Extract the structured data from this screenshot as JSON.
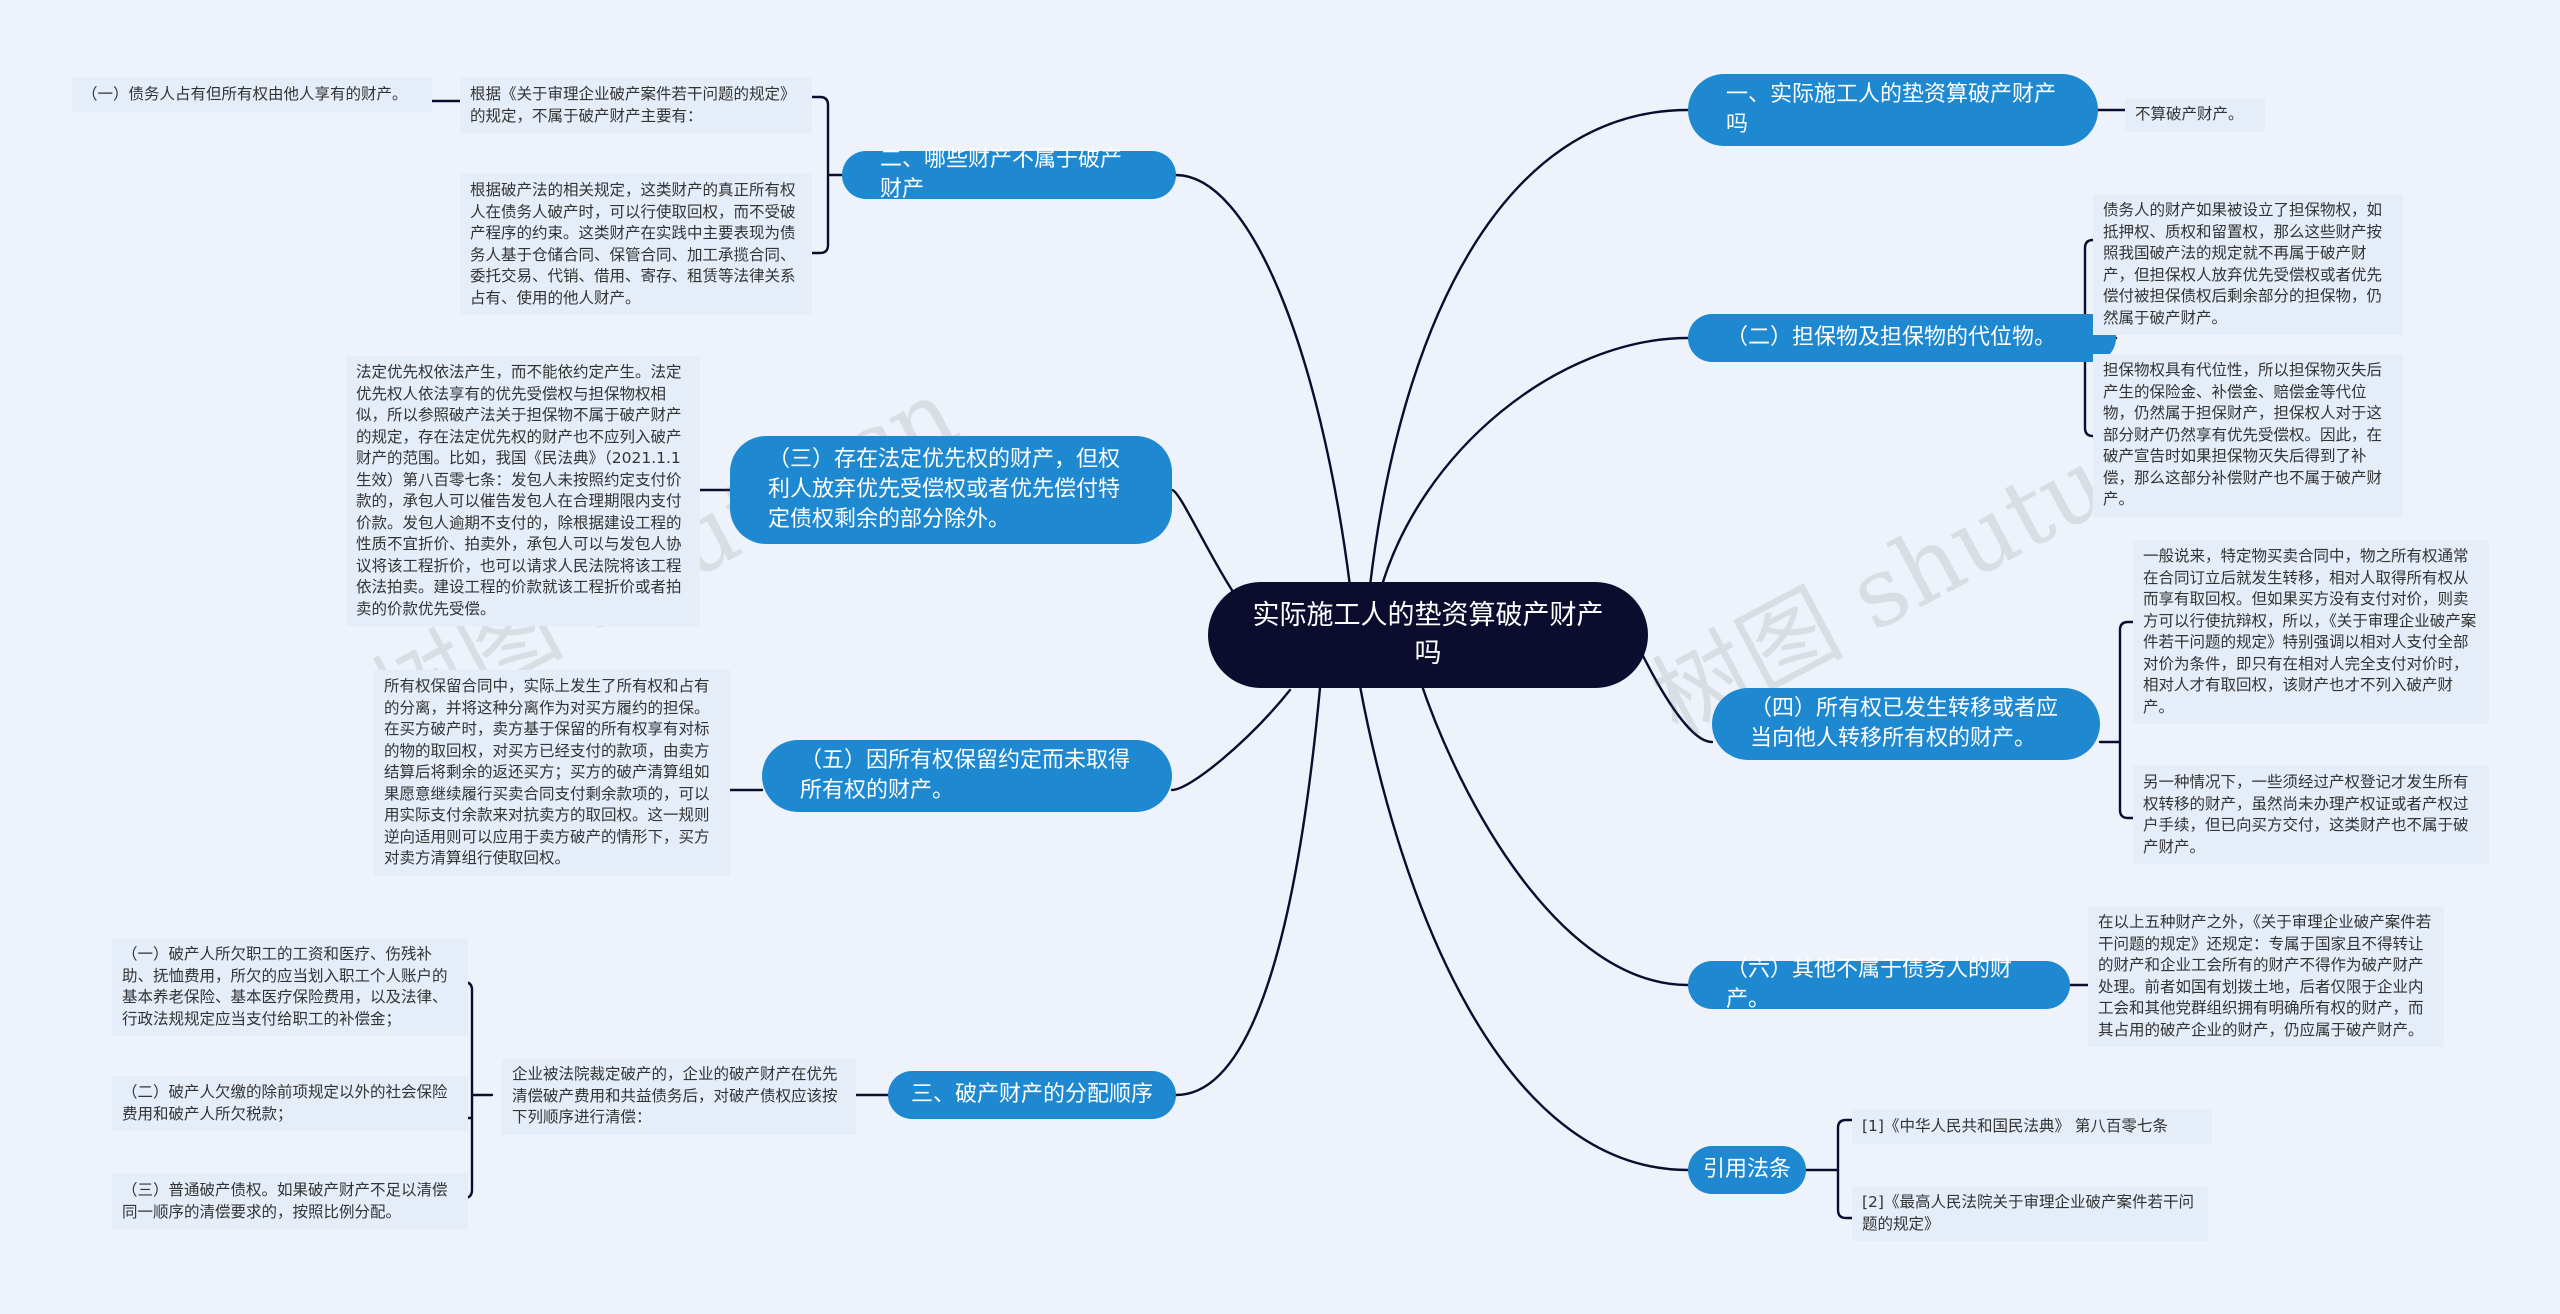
{
  "root": {
    "title": "实际施工人的垫资算破产财产吗"
  },
  "branches": {
    "r1": {
      "label": "一、实际施工人的垫资算破产财产吗"
    },
    "r2": {
      "label": "（二）担保物及担保物的代位物。"
    },
    "r3": {
      "label": "（四）所有权已发生转移或者应当向他人转移所有权的财产。"
    },
    "r4": {
      "label": "（六）其他不属于债务人的财产。"
    },
    "r5": {
      "label": "引用法条"
    },
    "l1": {
      "label": "二、哪些财产不属于破产财产"
    },
    "l2": {
      "label": "（三）存在法定优先权的财产，但权利人放弃优先受偿权或者优先偿付特定债权剩余的部分除外。"
    },
    "l3": {
      "label": "（五）因所有权保留约定而未取得所有权的财产。"
    },
    "l4": {
      "label": "三、破产财产的分配顺序"
    }
  },
  "leaves": {
    "r1a": "不算破产财产。",
    "r2a": "债务人的财产如果被设立了担保物权，如抵押权、质权和留置权，那么这些财产按照我国破产法的规定就不再属于破产财产，但担保权人放弃优先受偿权或者优先偿付被担保债权后剩余部分的担保物，仍然属于破产财产。",
    "r2b": "担保物权具有代位性，所以担保物灭失后产生的保险金、补偿金、赔偿金等代位物，仍然属于担保财产，担保权人对于这部分财产仍然享有优先受偿权。因此，在破产宣告时如果担保物灭失后得到了补偿，那么这部分补偿财产也不属于破产财产。",
    "r3a": "一般说来，特定物买卖合同中，物之所有权通常在合同订立后就发生转移，相对人取得所有权从而享有取回权。但如果买方没有支付对价，则卖方可以行使抗辩权，所以，《关于审理企业破产案件若干问题的规定》特别强调以相对人支付全部对价为条件，即只有在相对人完全支付对价时，相对人才有取回权，该财产也才不列入破产财产。",
    "r3b": "另一种情况下，一些须经过产权登记才发生所有权转移的财产，虽然尚未办理产权证或者产权过户手续，但已向买方交付，这类财产也不属于破产财产。",
    "r4a": "在以上五种财产之外，《关于审理企业破产案件若干问题的规定》还规定：专属于国家且不得转让的财产和企业工会所有的财产不得作为破产财产处理。前者如国有划拨土地，后者仅限于企业内工会和其他党群组织拥有明确所有权的财产，而其占用的破产企业的财产，仍应属于破产财产。",
    "r5a": "[1]《中华人民共和国民法典》 第八百零七条",
    "r5b": "[2]《最高人民法院关于审理企业破产案件若干问题的规定》",
    "l1a": "根据《关于审理企业破产案件若干问题的规定》的规定，不属于破产财产主要有：",
    "l1a1": "（一）债务人占有但所有权由他人享有的财产。",
    "l1b": "根据破产法的相关规定，这类财产的真正所有权人在债务人破产时，可以行使取回权，而不受破产程序的约束。这类财产在实践中主要表现为债务人基于仓储合同、保管合同、加工承揽合同、委托交易、代销、借用、寄存、租赁等法律关系占有、使用的他人财产。",
    "l2a": "法定优先权依法产生，而不能依约定产生。法定优先权人依法享有的优先受偿权与担保物权相似，所以参照破产法关于担保物不属于破产财产的规定，存在法定优先权的财产也不应列入破产财产的范围。比如，我国《民法典》（2021.1.1生效）第八百零七条：发包人未按照约定支付价款的，承包人可以催告发包人在合理期限内支付价款。发包人逾期不支付的，除根据建设工程的性质不宜折价、拍卖外，承包人可以与发包人协议将该工程折价，也可以请求人民法院将该工程依法拍卖。建设工程的价款就该工程折价或者拍卖的价款优先受偿。",
    "l3a": "所有权保留合同中，实际上发生了所有权和占有的分离，并将这种分离作为对买方履约的担保。在买方破产时，卖方基于保留的所有权享有对标的物的取回权，对买方已经支付的款项，由卖方结算后将剩余的返还买方；买方的破产清算组如果愿意继续履行买卖合同支付剩余款项的，可以用实际支付余款来对抗卖方的取回权。这一规则逆向适用则可以应用于卖方破产的情形下，买方对卖方清算组行使取回权。",
    "l4a": "企业被法院裁定破产的，企业的破产财产在优先清偿破产费用和共益债务后，对破产债权应该按下列顺序进行清偿：",
    "l4a1": "（一）破产人所欠职工的工资和医疗、伤残补助、抚恤费用，所欠的应当划入职工个人账户的基本养老保险、基本医疗保险费用，以及法律、行政法规规定应当支付给职工的补偿金；",
    "l4a2": "（二）破产人欠缴的除前项规定以外的社会保险费用和破产人所欠税款；",
    "l4a3": "（三）普通破产债权。如果破产财产不足以清偿同一顺序的清偿要求的，按照比例分配。"
  },
  "watermarks": [
    "树图 shutu.cn",
    "树图 shutu.cn"
  ],
  "colors": {
    "background": "#eef3fb",
    "root": "#0b0c2e",
    "branch": "#1e89d0",
    "leaf_bg": "#e5edf9",
    "line": "#0b0c2e"
  }
}
